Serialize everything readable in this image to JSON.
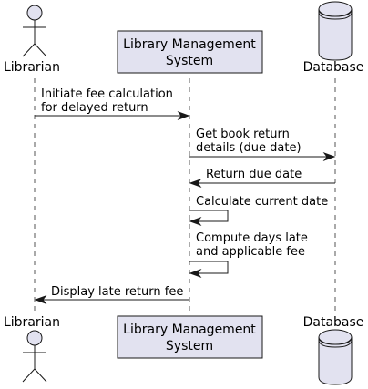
{
  "participants": {
    "librarian": {
      "label": "Librarian",
      "kind": "actor"
    },
    "system": {
      "label_lines": [
        "Library Management",
        "System"
      ],
      "kind": "participant"
    },
    "database": {
      "label": "Database",
      "kind": "database"
    }
  },
  "messages": [
    {
      "from": "librarian",
      "to": "system",
      "lines": [
        "Initiate fee calculation",
        "for delayed return"
      ]
    },
    {
      "from": "system",
      "to": "database",
      "lines": [
        "Get book return",
        "details (due date)"
      ]
    },
    {
      "from": "database",
      "to": "system",
      "lines": [
        "Return due date"
      ]
    },
    {
      "from": "system",
      "to": "system",
      "lines": [
        "Calculate current date"
      ]
    },
    {
      "from": "system",
      "to": "system",
      "lines": [
        "Compute days late",
        "and applicable fee"
      ]
    },
    {
      "from": "system",
      "to": "librarian",
      "lines": [
        "Display late return fee"
      ]
    }
  ],
  "colors": {
    "fill": "#e2e2f0",
    "stroke": "#181818",
    "lifeline": "#555555"
  }
}
